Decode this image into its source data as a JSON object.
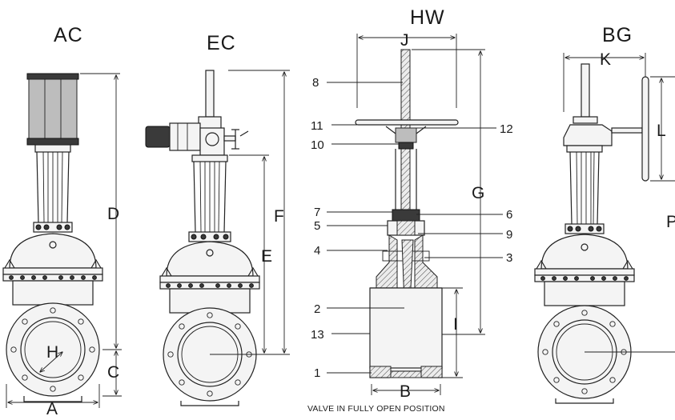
{
  "views": {
    "ac": {
      "title": "AC",
      "dims": {
        "D": "D",
        "H": "H",
        "C": "C",
        "A": "A"
      }
    },
    "ec": {
      "title": "EC",
      "dims": {
        "F": "F",
        "E": "E"
      }
    },
    "hw": {
      "title": "HW",
      "dims": {
        "J": "J",
        "G": "G",
        "I": "I",
        "B": "B"
      },
      "callouts": {
        "c1": "1",
        "c2": "2",
        "c3": "3",
        "c4": "4",
        "c5": "5",
        "c6": "6",
        "c7": "7",
        "c8": "8",
        "c9": "9",
        "c10": "10",
        "c11": "11",
        "c12": "12",
        "c13": "13"
      },
      "note": "VALVE IN FULLY OPEN POSITION"
    },
    "bg": {
      "title": "BG",
      "dims": {
        "K": "K",
        "L": "L",
        "P": "P"
      }
    }
  },
  "colors": {
    "line": "#222222",
    "fill": "#f4f4f4",
    "actuator": "#3a3a3a",
    "background": "#ffffff"
  }
}
